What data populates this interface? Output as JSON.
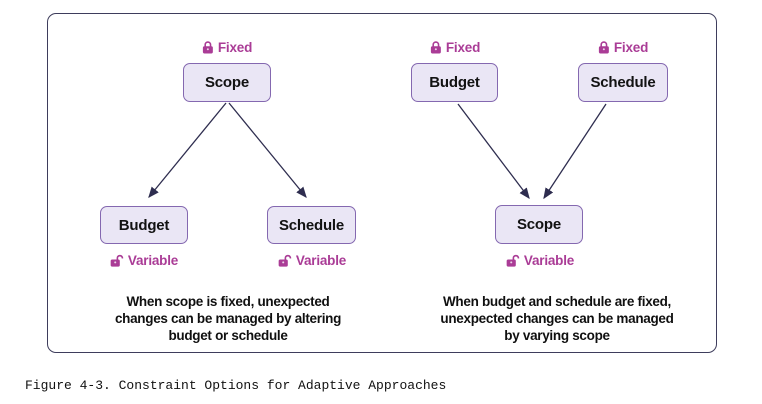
{
  "labels": {
    "fixed": "Fixed",
    "variable": "Variable"
  },
  "icons": {
    "fixed": "lock-icon",
    "variable": "unlock-icon"
  },
  "left_diagram": {
    "top_box": "Scope",
    "bottom_left_box": "Budget",
    "bottom_right_box": "Schedule",
    "caption_lines": [
      "When scope is fixed, unexpected",
      "changes can be managed by altering",
      "budget or schedule"
    ]
  },
  "right_diagram": {
    "top_left_box": "Budget",
    "top_right_box": "Schedule",
    "bottom_box": "Scope",
    "caption_lines": [
      "When budget and schedule are fixed,",
      "unexpected changes can be managed",
      "by varying scope"
    ]
  },
  "figure_caption": "Figure 4-3. Constraint Options for Adaptive Approaches",
  "colors": {
    "accent_magenta": "#AA3C96",
    "box_fill": "#EAE6F5",
    "box_border": "#8468B0",
    "arrow_line": "#2E2D4F",
    "frame_border": "#3E3D5C",
    "text": "#111111"
  }
}
